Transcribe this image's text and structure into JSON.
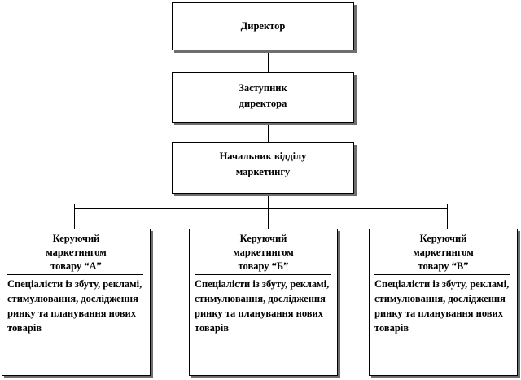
{
  "org_chart": {
    "director": "Директор",
    "deputy": [
      "Заступник",
      "директора"
    ],
    "marketing_head": [
      "Начальник відділу",
      "маркетингу"
    ],
    "managers": [
      {
        "title": [
          "Керуючий",
          "маркетингом",
          "товару “А”"
        ],
        "description": "Спеціалісти із збуту, рекламі, стимулювання, дослідження ринку та планування нових товарів"
      },
      {
        "title": [
          "Керуючий",
          "маркетингом",
          "товару “Б”"
        ],
        "description": "Спеціалісти із збуту, рекламі, стимулювання, дослідження ринку та планування нових товарів"
      },
      {
        "title": [
          "Керуючий",
          "маркетингом",
          "товару “В”"
        ],
        "description": "Спеціалісти із збуту, рекламі, стимулювання, дослідження ринку та планування нових товарів"
      }
    ]
  }
}
